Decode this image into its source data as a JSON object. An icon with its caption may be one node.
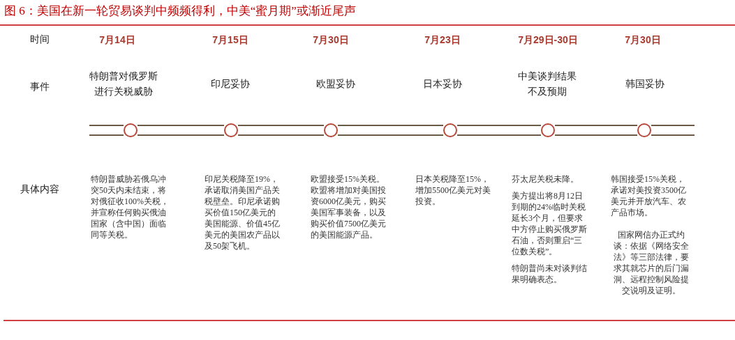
{
  "diagram": {
    "title": "图 6：美国在新一轮贸易谈判中频频得利，中美“蜜月期”或渐近尾声",
    "nodes": [
      {
        "text": [],
        "shape": "circle",
        "beside": [
          "7月14日",
          "特朗普对俄罗斯进行关税威胁"
        ]
      },
      {
        "text": [],
        "shape": "circle",
        "beside": [
          "7月15日",
          "印尼妥协"
        ]
      },
      {
        "text": [],
        "shape": "circle",
        "beside": [
          "7月30日",
          "欧盟妥协"
        ]
      },
      {
        "text": [],
        "shape": "circle",
        "beside": [
          "7月23日",
          "日本妥协"
        ]
      },
      {
        "text": [],
        "shape": "circle",
        "beside": [
          "7月29日-30日",
          "中美谈判结果不及预期"
        ]
      },
      {
        "text": [],
        "shape": "circle",
        "beside": [
          "7月30日",
          "韩国妥协"
        ]
      }
    ],
    "edges": [
      {
        "from": null,
        "to": 0,
        "arrow": "none"
      },
      {
        "from": 0,
        "to": 1,
        "arrow": "none"
      },
      {
        "from": 1,
        "to": 2,
        "arrow": "none"
      },
      {
        "from": 2,
        "to": 3,
        "arrow": "none"
      },
      {
        "from": 3,
        "to": 4,
        "arrow": "none"
      },
      {
        "from": 4,
        "to": 5,
        "arrow": "none"
      },
      {
        "from": 5,
        "to": null,
        "arrow": "none"
      }
    ],
    "labels": [
      "时间",
      "事件",
      "具体内容",
      "特朗普威胁若俄乌冲突50天内未结束，将对俄征收100%关税，并宣称任何购买俄油国家（含中国）面临同等关税。",
      "印尼关税降至19%，承诺取消美国产品关税壁垒。印尼承诺购买价值150亿美元的美国能源、价值45亿美元的美国农产品以及50架飞机。",
      "欧盟接受15%关税。欧盟将增加对美国投资6000亿美元，购买美国军事装备，以及购买价值7500亿美元的美国能源产品。",
      "日本关税降至15%，增加5500亿美元对美投资。",
      "芬太尼关税未降。",
      "美方提出将8月12日到期的24%临时关税延长3个月，但要求中方停止购买俄罗斯石油，否则重启“三位数关税”。",
      "特朗普尚未对谈判结果明确表态。",
      "韩国接受15%关税，承诺对美投资3500亿美元并开放汽车、农产品市场。",
      "国家网信办正式约谈：依据《网络安全法》等三部法律，要求其就芯片的后门漏洞、远程控制风险提交说明及证明。"
    ]
  }
}
